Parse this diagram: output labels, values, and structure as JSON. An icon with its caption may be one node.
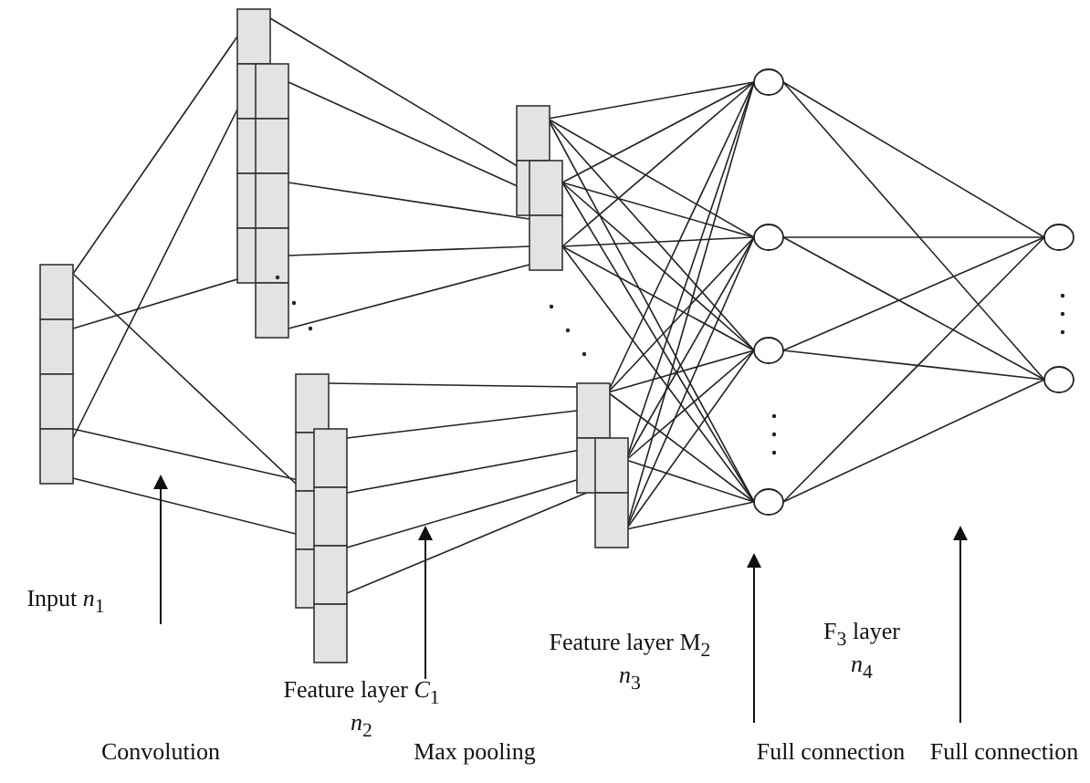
{
  "diagram": {
    "labels": [
      "Input *n*$_{1}$",
      "Feature layer *C*$_{1}$",
      "*n*$_{2}$",
      "Feature layer M$_{2}$",
      "*n*$_{3}$",
      "F$_{3}$ layer",
      "*n*$_{4}$",
      "Convolution",
      "Max pooling",
      "Full connection",
      "Full connection"
    ]
  }
}
